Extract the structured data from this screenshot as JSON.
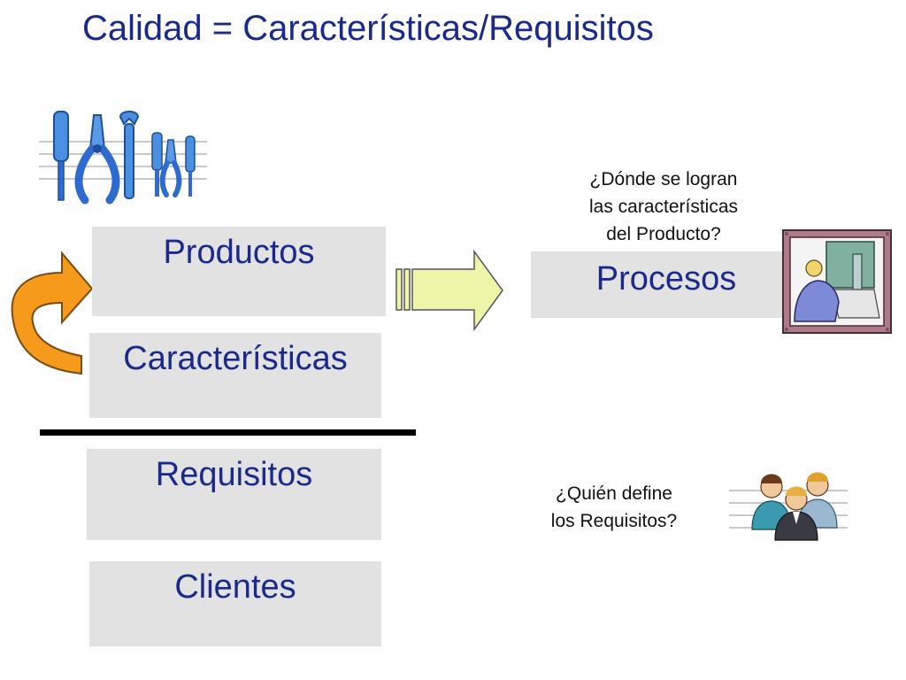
{
  "title": "Calidad = Características/Requisitos",
  "boxes": {
    "productos": "Productos",
    "caracteristicas": "Características",
    "requisitos": "Requisitos",
    "clientes": "Clientes",
    "procesos": "Procesos"
  },
  "questions": {
    "donde": [
      "¿Dónde se logran",
      "las características",
      "del Producto?"
    ],
    "quien": [
      "¿Quién define",
      "los Requisitos?"
    ]
  },
  "icons": {
    "tools": "tools-icon",
    "worker": "factory-worker-icon",
    "people": "people-group-icon",
    "curved_arrow": "curved-arrow-icon",
    "right_arrow": "right-arrow-icon"
  },
  "colors": {
    "title_text": "#1a2a8c",
    "box_fill": "#e2e2e2",
    "arrow_orange": "#f59a1a",
    "arrow_yellow": "#eef5a8"
  }
}
